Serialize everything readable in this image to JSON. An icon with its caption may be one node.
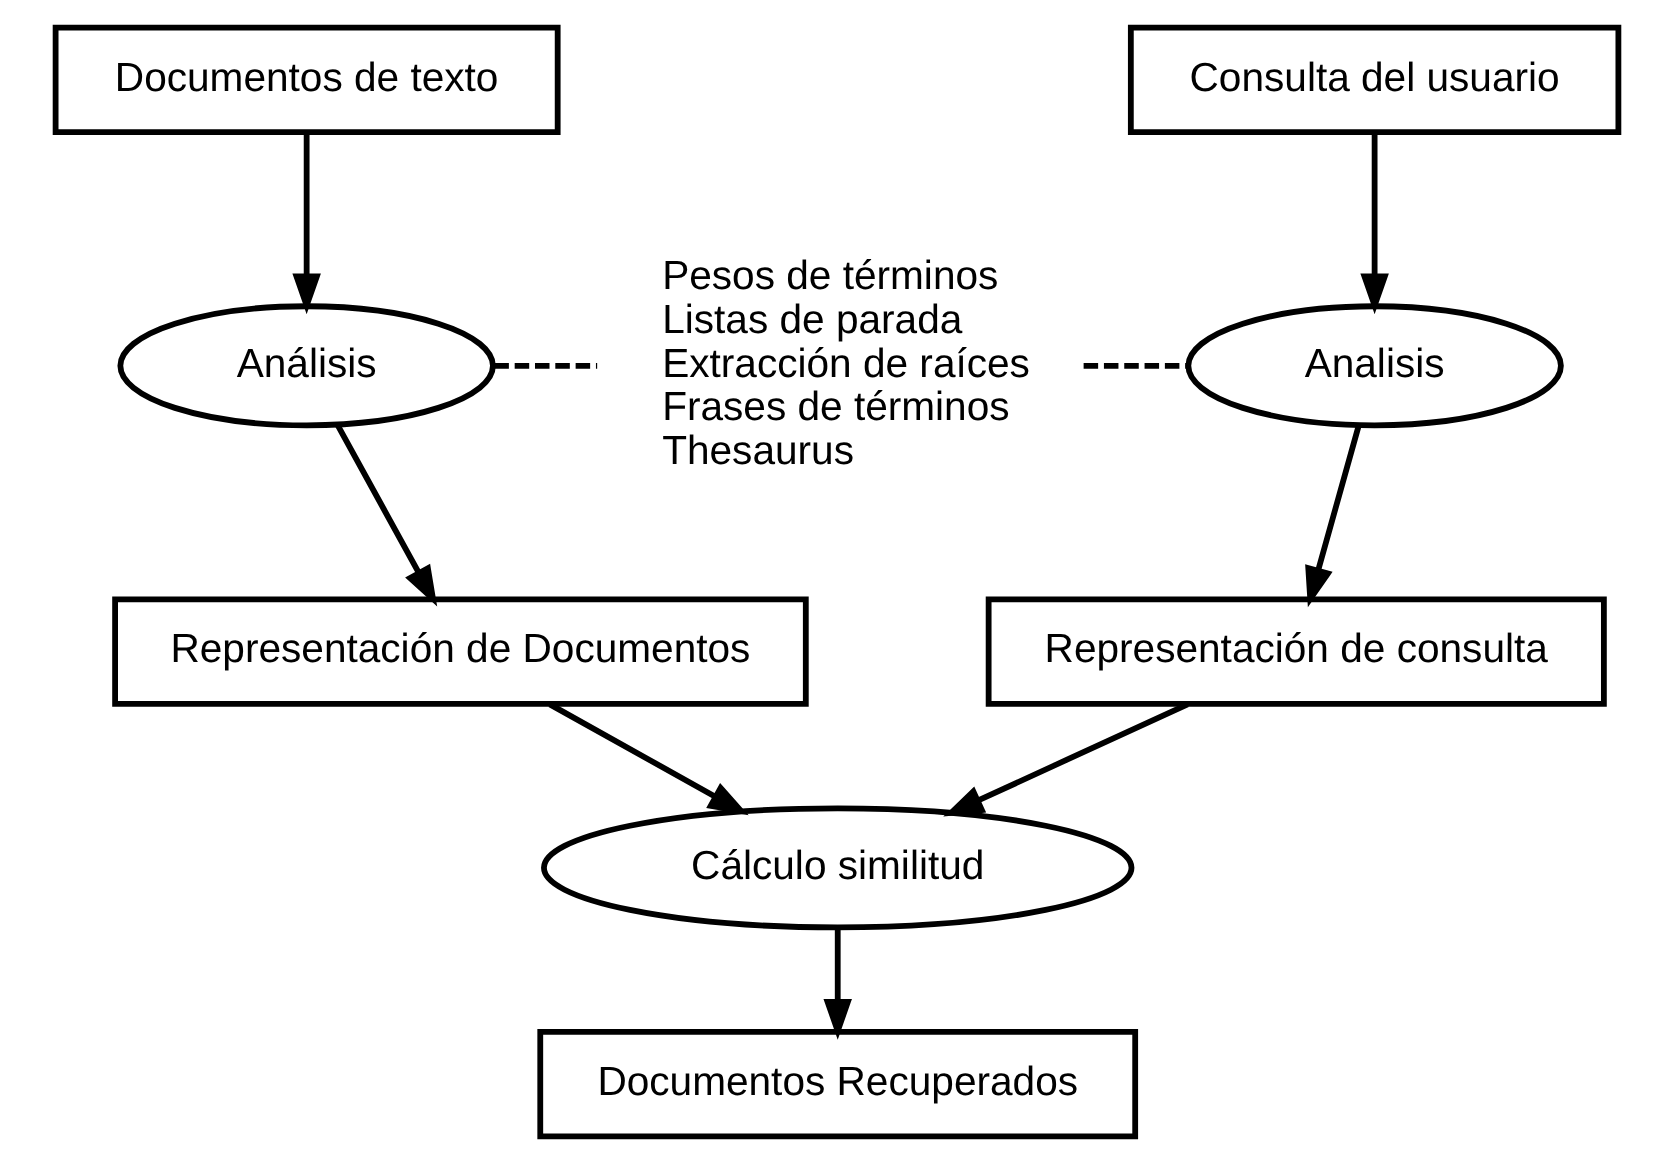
{
  "diagram": {
    "nodes": [
      {
        "text": [
          "Documentos de texto"
        ]
      },
      {
        "text": [
          "Consulta del usuario"
        ]
      },
      {
        "text": [
          "Análisis"
        ]
      },
      {
        "text": [
          "Pesos de términos",
          "Listas de parada",
          "Extracción de raíces",
          "Frases de términos",
          "Thesaurus"
        ]
      },
      {
        "text": [
          "Analisis"
        ]
      },
      {
        "text": [
          "Representación de Documentos"
        ]
      },
      {
        "text": [
          "Representación de consulta"
        ]
      },
      {
        "text": [
          "Cálculo similitud"
        ]
      },
      {
        "text": [
          "Documentos Recuperados"
        ]
      }
    ],
    "edges": [
      {
        "from": 0,
        "to": 2,
        "arrow": "to"
      },
      {
        "from": 2,
        "to": 3,
        "arrow": "none",
        "style": "dashed"
      },
      {
        "from": 3,
        "to": 4,
        "arrow": "none",
        "style": "dashed"
      },
      {
        "from": 1,
        "to": 4,
        "arrow": "to"
      },
      {
        "from": 2,
        "to": 5,
        "arrow": "to"
      },
      {
        "from": 4,
        "to": 6,
        "arrow": "to"
      },
      {
        "from": 5,
        "to": 7,
        "arrow": "to"
      },
      {
        "from": 6,
        "to": 7,
        "arrow": "to"
      },
      {
        "from": 7,
        "to": 8,
        "arrow": "to"
      }
    ]
  }
}
